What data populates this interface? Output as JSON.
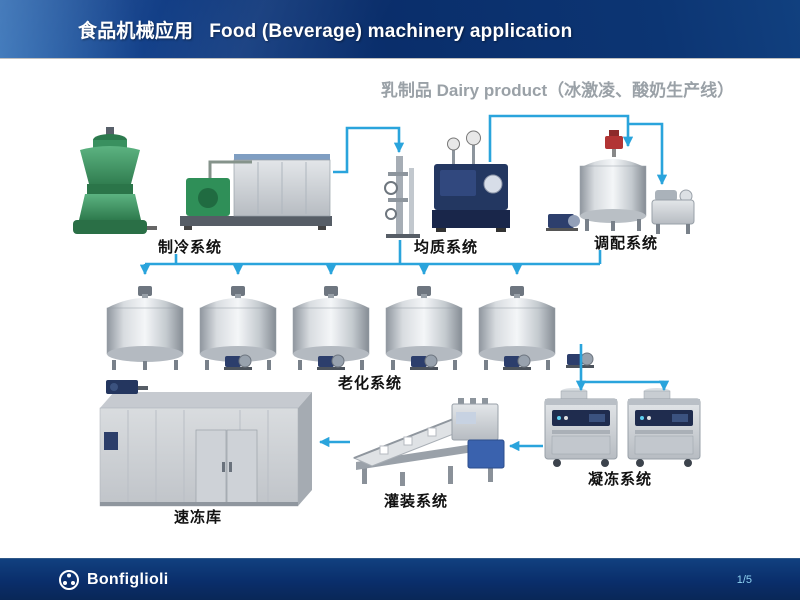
{
  "header": {
    "title_zh": "食品机械应用",
    "title_en": "Food (Beverage) machinery application"
  },
  "subtitle": "乳制品 Dairy product（冰激凌、酸奶生产线）",
  "diagram": {
    "systems": [
      {
        "id": "refrigeration",
        "label": "制冷系统"
      },
      {
        "id": "homogenizing",
        "label": "均质系统"
      },
      {
        "id": "blending",
        "label": "调配系统"
      },
      {
        "id": "aging",
        "label": "老化系统"
      },
      {
        "id": "quick-freeze-room",
        "label": "速冻库"
      },
      {
        "id": "filling",
        "label": "灌装系统"
      },
      {
        "id": "freezing",
        "label": "凝冻系统"
      }
    ]
  },
  "footer": {
    "brand": "Bonfiglioli",
    "page": "1/5",
    "logo_icon": "bonfiglioli-ring-icon"
  },
  "colors": {
    "header_bg": "#0b3271",
    "footer_bg": "#0b3271",
    "arrow": "#2aa4dc",
    "subtitle_text": "#9aa1a7",
    "label_text": "#111111",
    "page_number": "#8fd2f2"
  }
}
